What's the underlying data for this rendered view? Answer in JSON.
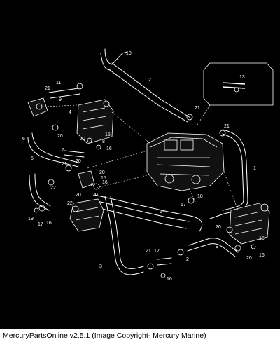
{
  "diagram": {
    "callouts": [
      "10",
      "11",
      "21",
      "9",
      "2",
      "13",
      "21",
      "21",
      "4",
      "20",
      "15",
      "16",
      "8",
      "20",
      "6",
      "7",
      "21",
      "20",
      "5",
      "20",
      "16",
      "15",
      "8",
      "3",
      "1",
      "17",
      "18",
      "22",
      "20",
      "20",
      "22",
      "19",
      "16",
      "17",
      "14",
      "12",
      "2",
      "16",
      "20",
      "15",
      "16",
      "20",
      "8",
      "21"
    ]
  },
  "footer": {
    "credit": "MercuryPartsOnline v2.5.1 (Image Copyright- Mercury Marine)"
  },
  "colors": {
    "diagram_background": "#000000",
    "line_art": "#ffffff",
    "page_background": "#ffffff"
  }
}
